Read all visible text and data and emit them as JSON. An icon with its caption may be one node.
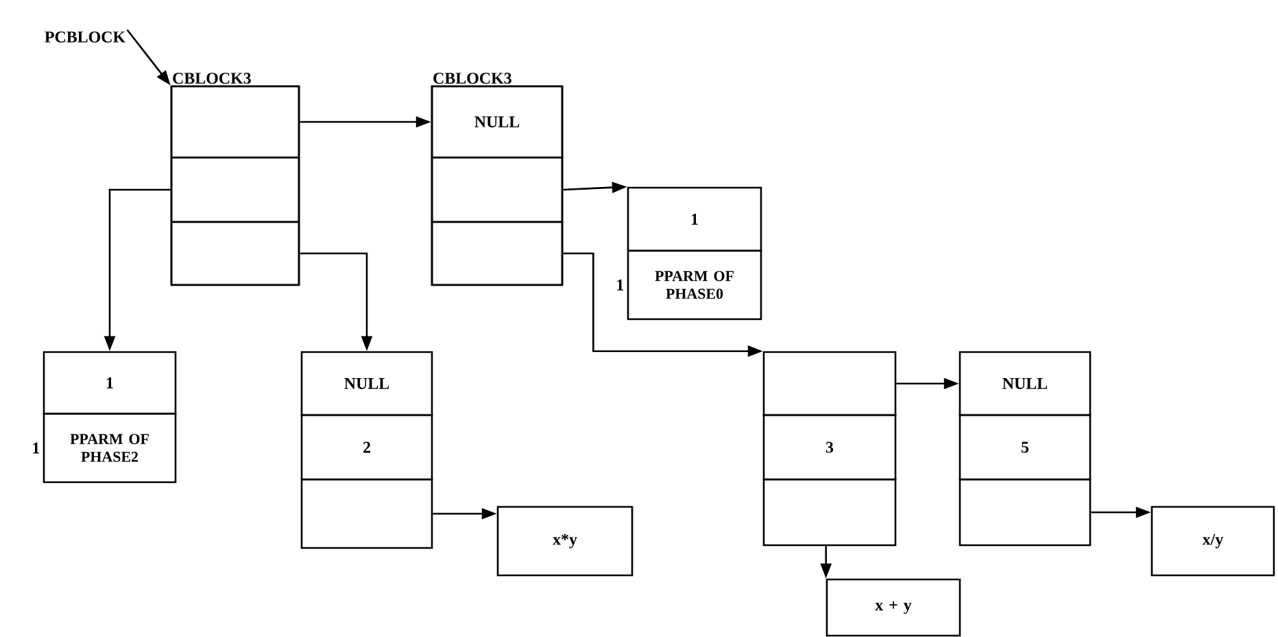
{
  "diagram": {
    "nodes": [
      {
        "text": [
          "PCBLOCK"
        ]
      },
      {
        "text": [
          "CBLOCK3"
        ]
      },
      {
        "text": [],
        "shape": "box",
        "in": 1
      },
      {
        "text": [],
        "shape": "box",
        "in": 1
      },
      {
        "text": [],
        "shape": "box",
        "in": 1
      },
      {
        "text": [
          "CBLOCK3"
        ]
      },
      {
        "text": [
          "NULL"
        ],
        "in": 5
      },
      {
        "text": [],
        "shape": "box",
        "in": 5
      },
      {
        "text": [],
        "shape": "box",
        "in": 5
      },
      {
        "text": [
          "1"
        ]
      },
      {
        "text": [
          "PPARM OF PHASE0"
        ],
        "beside": [
          "1"
        ]
      },
      {
        "text": [
          "1"
        ]
      },
      {
        "text": [
          "PPARM OF PHASE2"
        ],
        "beside": [
          "1"
        ]
      },
      {
        "text": [
          "NULL"
        ]
      },
      {
        "text": [
          "2"
        ]
      },
      {
        "text": [],
        "shape": "box"
      },
      {
        "text": [
          "x*y"
        ]
      },
      {
        "text": [],
        "shape": "box"
      },
      {
        "text": [
          "3"
        ]
      },
      {
        "text": [],
        "shape": "box"
      },
      {
        "text": [
          "NULL"
        ]
      },
      {
        "text": [
          "5"
        ]
      },
      {
        "text": [],
        "shape": "box"
      },
      {
        "text": [
          "x/y"
        ]
      },
      {
        "text": [
          "x + y"
        ]
      }
    ],
    "edges": [
      {
        "from": 0,
        "to": 1,
        "arrow": "to"
      },
      {
        "from": 2,
        "to": 6,
        "arrow": "to"
      },
      {
        "from": 3,
        "to": 11,
        "arrow": "to"
      },
      {
        "from": 4,
        "to": 13,
        "arrow": "to"
      },
      {
        "from": 7,
        "to": 9,
        "arrow": "to"
      },
      {
        "from": 8,
        "to": 17,
        "arrow": "to"
      },
      {
        "from": 17,
        "to": 20,
        "arrow": "to"
      },
      {
        "from": 15,
        "to": 16,
        "arrow": "to"
      },
      {
        "from": 22,
        "to": 23,
        "arrow": "to"
      },
      {
        "from": 19,
        "to": 24,
        "arrow": "to"
      }
    ]
  }
}
